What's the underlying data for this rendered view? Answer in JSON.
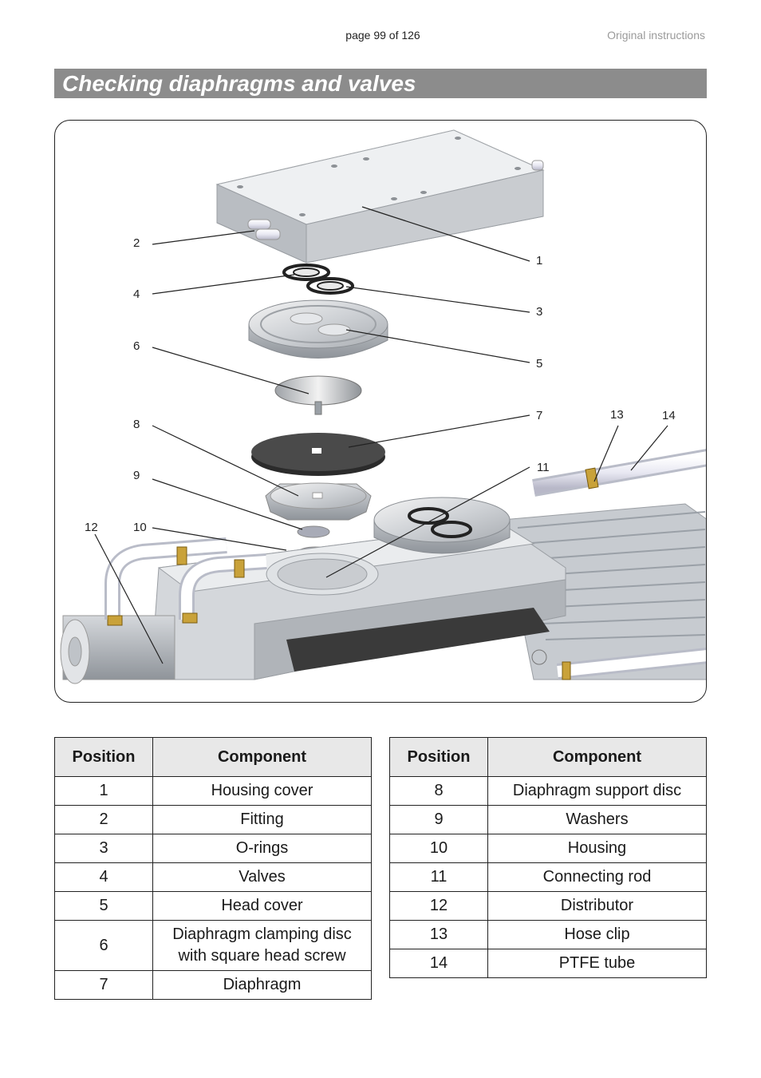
{
  "header": {
    "page_number": "page 99 of 126",
    "doc_note": "Original instructions"
  },
  "section": {
    "title": "Checking diaphragms and valves"
  },
  "figure": {
    "callouts": [
      "1",
      "2",
      "3",
      "4",
      "5",
      "6",
      "7",
      "8",
      "9",
      "10",
      "11",
      "12",
      "13",
      "14"
    ]
  },
  "tables": {
    "headers": {
      "position": "Position",
      "component": "Component"
    },
    "left": [
      {
        "pos": "1",
        "name": "Housing cover"
      },
      {
        "pos": "2",
        "name": "Fitting"
      },
      {
        "pos": "3",
        "name": "O-rings"
      },
      {
        "pos": "4",
        "name": "Valves"
      },
      {
        "pos": "5",
        "name": "Head cover"
      },
      {
        "pos": "6",
        "name": "Diaphragm clamping disc with square head screw"
      },
      {
        "pos": "7",
        "name": "Diaphragm"
      }
    ],
    "right": [
      {
        "pos": "8",
        "name": "Diaphragm support disc"
      },
      {
        "pos": "9",
        "name": "Washers"
      },
      {
        "pos": "10",
        "name": "Housing"
      },
      {
        "pos": "11",
        "name": "Connecting rod"
      },
      {
        "pos": "12",
        "name": "Distributor"
      },
      {
        "pos": "13",
        "name": "Hose clip"
      },
      {
        "pos": "14",
        "name": "PTFE tube"
      }
    ]
  }
}
